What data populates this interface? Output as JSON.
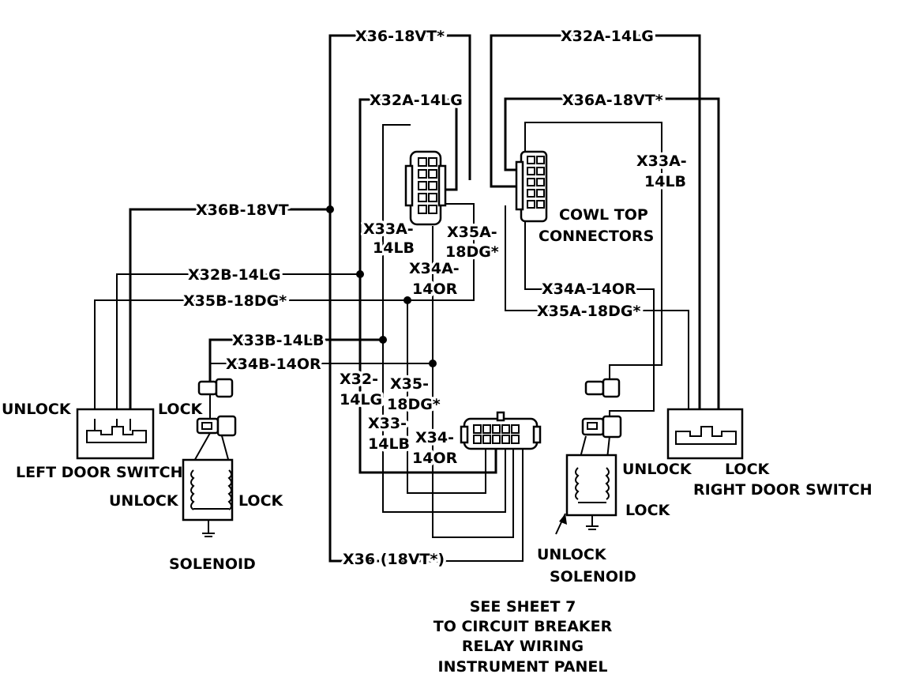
{
  "wire_labels": {
    "x36_top": "X36-18VT*",
    "x32a_top": "X32A-14LG",
    "x32a_center": "X32A-14LG",
    "x36a": "X36A-18VT*",
    "x33a_right_1": "X33A-",
    "x33a_right_2": "14LB",
    "x36b": "X36B-18VT",
    "x33a_center_1": "X33A-",
    "x33a_center_2": "14LB",
    "x35a_center_1": "X35A-",
    "x35a_center_2": "18DG*",
    "x34a_center_1": "X34A-",
    "x34a_center_2": "14OR",
    "x32b": "X32B-14LG",
    "x35b": "X35B-18DG*",
    "x34a_right": "X34A 14OR",
    "x35a_right": "X35A-18DG*",
    "x33b": "X33B-14LB",
    "x34b": "X34B-14OR",
    "x32_low_1": "X32-",
    "x32_low_2": "14LG",
    "x35_low_1": "X35-",
    "x35_low_2": "18DG*",
    "x33_low_1": "X33-",
    "x33_low_2": "14LB",
    "x34_low_1": "X34-",
    "x34_low_2": "14OR",
    "x36_bottom": "X36 (18VT*)"
  },
  "components": {
    "cowl_top_1": "COWL TOP",
    "cowl_top_2": "CONNECTORS",
    "left_unlock": "UNLOCK",
    "left_lock": "LOCK",
    "left_door_switch": "LEFT DOOR SWITCH",
    "left_solenoid_unlock": "UNLOCK",
    "left_solenoid_lock": "LOCK",
    "left_solenoid": "SOLENOID",
    "right_unlock": "UNLOCK",
    "right_lock": "LOCK",
    "right_door_switch": "RIGHT DOOR SWITCH",
    "right_solenoid_lock": "LOCK",
    "right_solenoid_unlock": "UNLOCK",
    "right_solenoid": "SOLENOID"
  },
  "note": {
    "line1": "SEE SHEET 7",
    "line2": "TO CIRCUIT BREAKER",
    "line3": "RELAY WIRING",
    "line4": "INSTRUMENT PANEL"
  }
}
